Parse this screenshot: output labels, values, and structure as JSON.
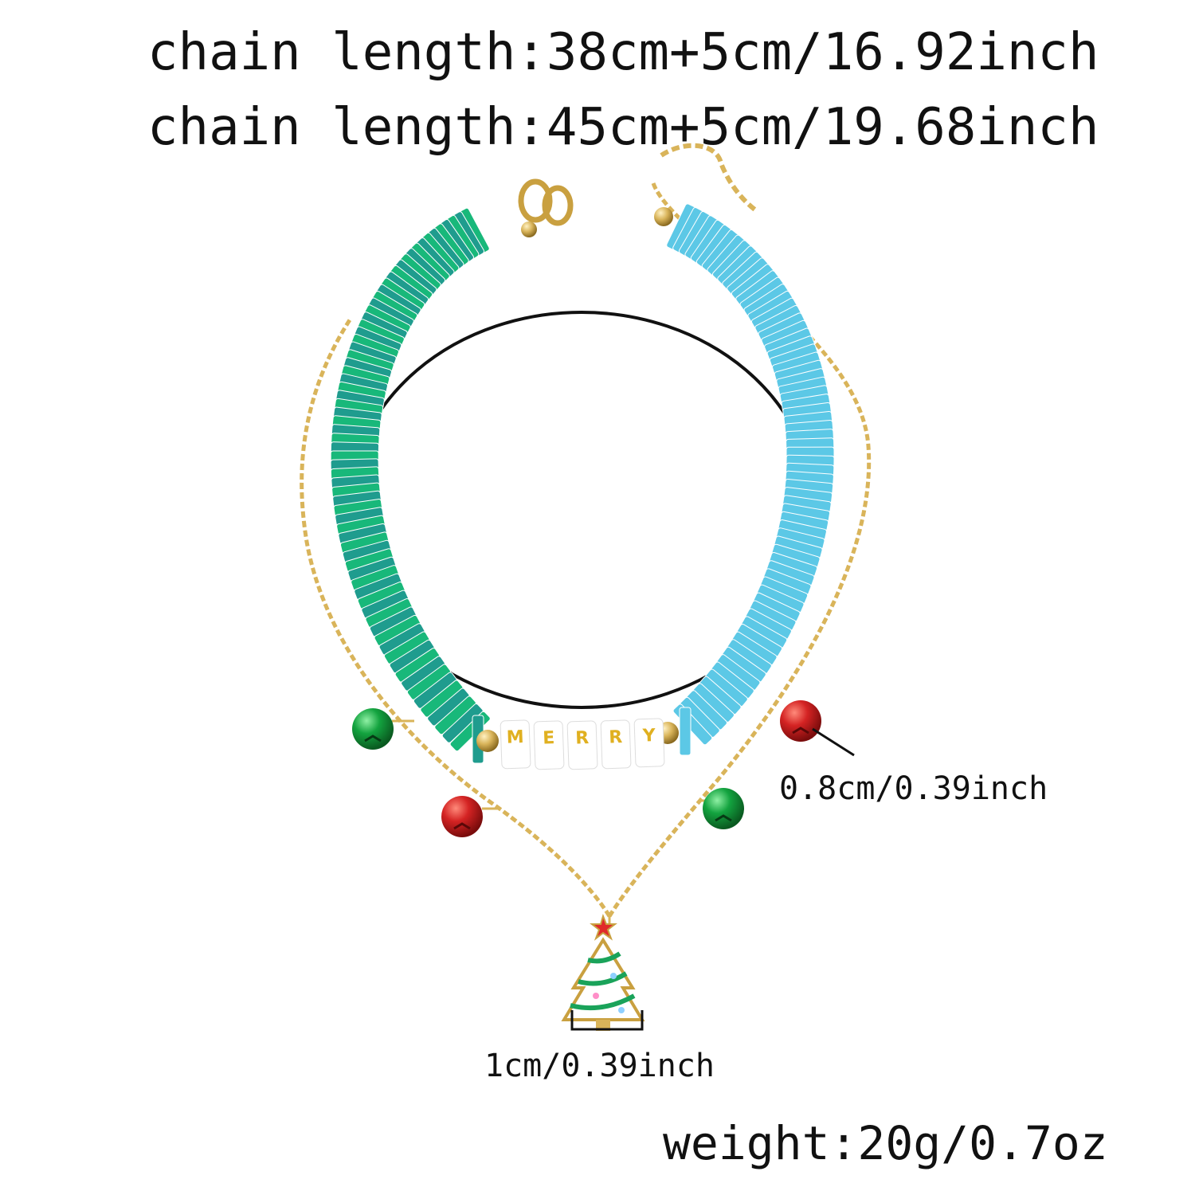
{
  "specs": {
    "chain_length_1": "chain length:38cm+5cm/16.92inch",
    "chain_length_2": "chain length:45cm+5cm/19.68inch",
    "bell_size": "0.8cm/0.39inch",
    "pendant_size": "1cm/0.39inch",
    "weight": "weight:20g/0.7oz"
  },
  "beads": {
    "letters": [
      "M",
      "E",
      "R",
      "R",
      "Y"
    ]
  },
  "colors": {
    "background": "#ffffff",
    "text": "#111111",
    "gold": "#d9b45a",
    "bead_green": "#18b87a",
    "bead_blue": "#5cc8e6",
    "bead_teal": "#1f9c8e",
    "bead_white": "#f4fbfb",
    "bell_red": "#d42323",
    "bell_green": "#13a33f",
    "star_red": "#e02a2a"
  }
}
